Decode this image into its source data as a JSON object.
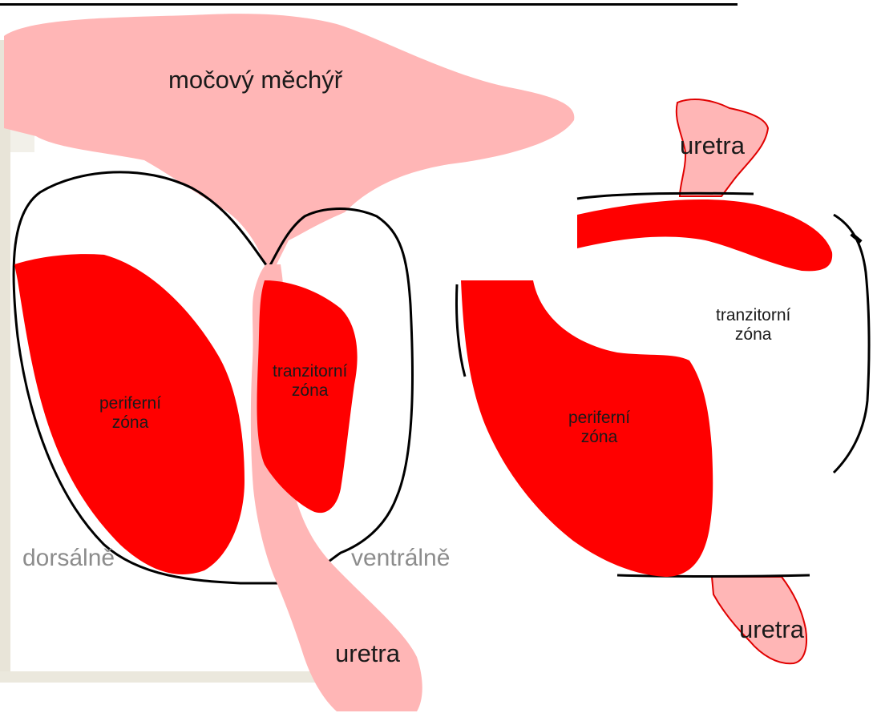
{
  "labels": {
    "bladder": "močový měchýř",
    "transition_zone_left": [
      "tranzitorní",
      "zóna"
    ],
    "peripheral_zone_left": [
      "periferní",
      "zóna"
    ],
    "transition_zone_right": [
      "tranzitorní",
      "zóna"
    ],
    "peripheral_zone_right": [
      "periferní",
      "zóna"
    ],
    "dorsal": "dorsálně",
    "ventral": "ventrálně",
    "urethra_top_right": "uretra",
    "urethra_bottom_left": "uretra",
    "urethra_bottom_right": "uretra"
  },
  "colors": {
    "bladder_fill": "#ffb6b6",
    "urethra_fill": "#ffb6b6",
    "zone_fill": "#ff0000",
    "outline": "#000000",
    "urethra_outline": "#e00000",
    "side_panel": "#e8e4d8",
    "orientation_text": "#8c8c8c"
  }
}
